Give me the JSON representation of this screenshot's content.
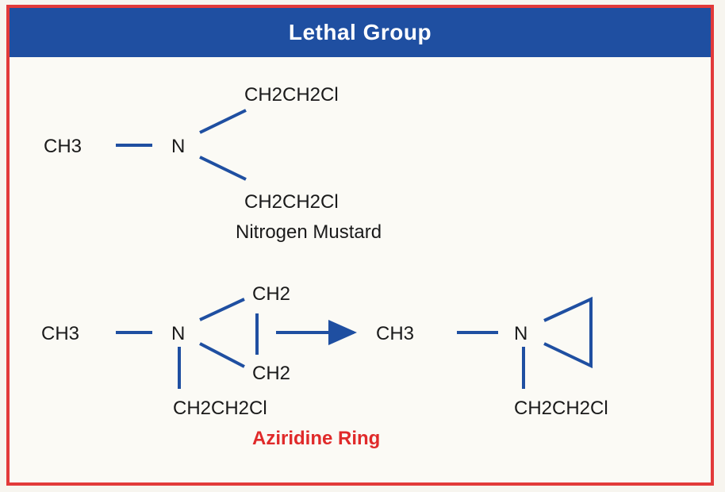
{
  "header": {
    "title": "Lethal Group"
  },
  "mustard": {
    "ch3": "CH3",
    "n": "N",
    "arm_top": "CH2CH2Cl",
    "arm_bottom": "CH2CH2Cl",
    "caption": "Nitrogen Mustard"
  },
  "aziridinium": {
    "ch3": "CH3",
    "n": "N",
    "ch2_top": "CH2",
    "ch2_bottom": "CH2",
    "arm": "CH2CH2Cl"
  },
  "product": {
    "ch3": "CH3",
    "n": "N",
    "arm": "CH2CH2Cl"
  },
  "caption_aziridine": "Aziridine Ring",
  "colors": {
    "bond": "#1f4fa1",
    "frame": "#e23a3a",
    "header_bg": "#1f4fa1",
    "caption_red": "#e02a2a"
  }
}
